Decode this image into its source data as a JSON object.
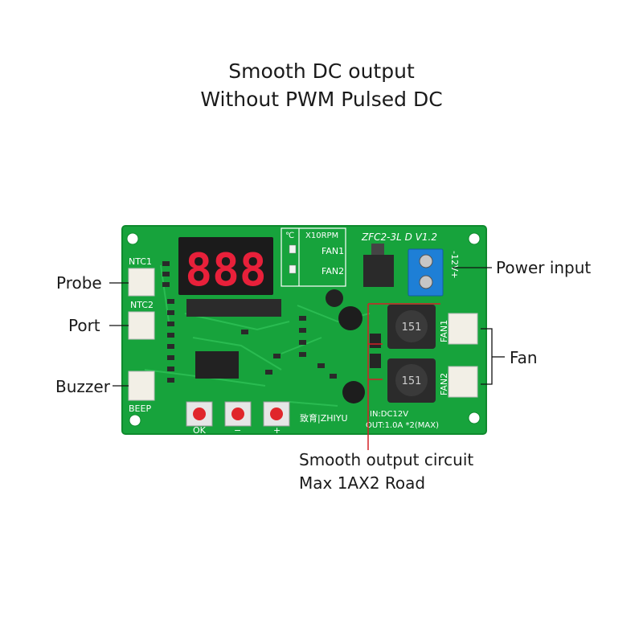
{
  "headline": {
    "line1": "Smooth DC output",
    "line2": "Without PWM Pulsed DC"
  },
  "callouts": {
    "probe": "Probe",
    "port": "Port",
    "buzzer": "Buzzer",
    "power_input": "Power input",
    "fan": "Fan",
    "smooth_circuit_line1": "Smooth output circuit",
    "smooth_circuit_line2": "Max 1AX2 Road"
  },
  "board": {
    "model": "ZFC2-3L D V1.2",
    "display": "888",
    "unit_celsius": "℃",
    "unit_rpm": "X10RPM",
    "led_fan1": "FAN1",
    "led_fan2": "FAN2",
    "ntc1": "NTC1",
    "ntc2": "NTC2",
    "beep": "BEEP",
    "btn_ok": "OK",
    "btn_minus": "−",
    "btn_plus": "+",
    "brand": "致育|ZHIYU",
    "spec_in": "IN:DC12V",
    "spec_out": "OUT:1.0A  *2(MAX)",
    "power_label": "-12V+",
    "fan1_label": "FAN1",
    "fan2_label": "FAN2",
    "inductor1": "151",
    "inductor2": "151"
  },
  "colors": {
    "pcb": "#17a33c",
    "display": "#e8203a",
    "terminal": "#1e7fd6"
  }
}
